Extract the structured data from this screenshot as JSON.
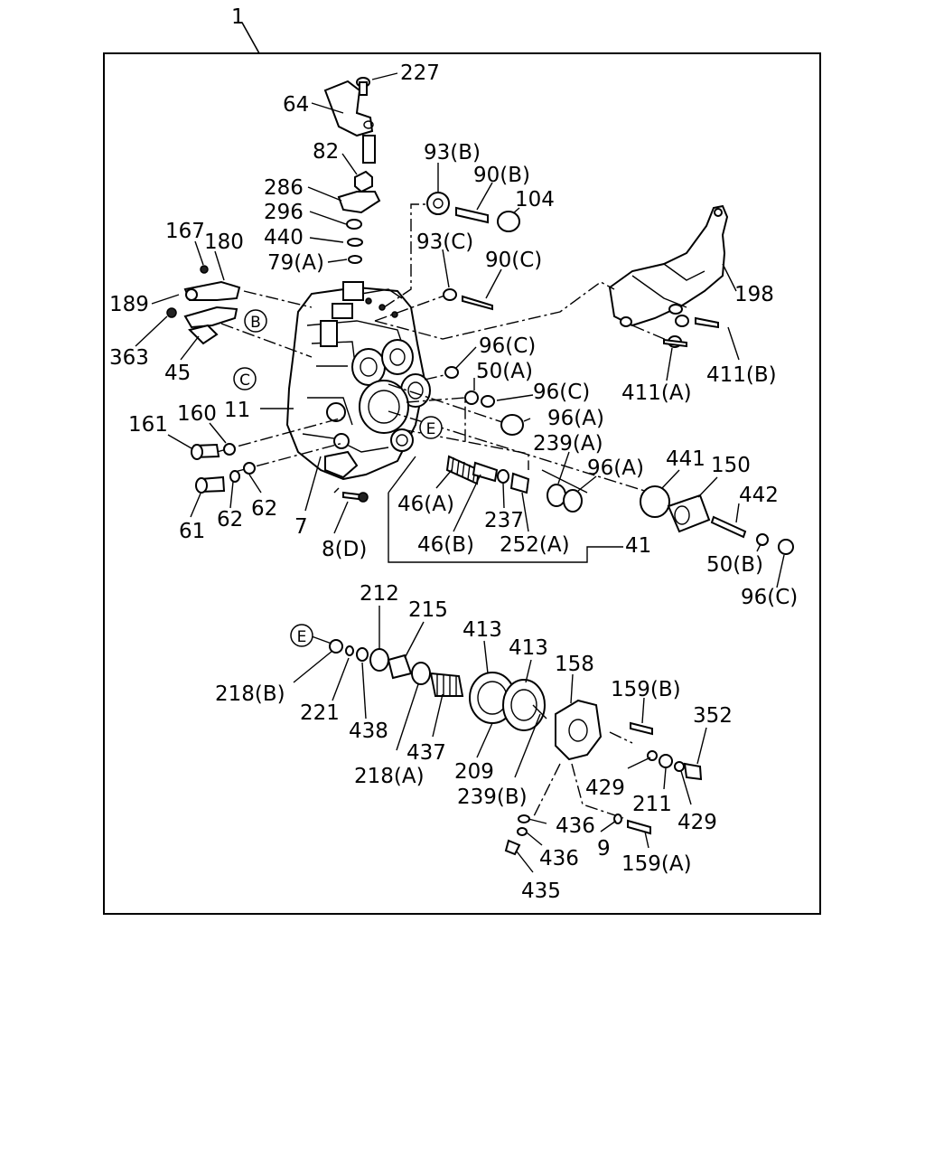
{
  "labels": {
    "assembly": "1",
    "p227": "227",
    "p64": "64",
    "p82": "82",
    "p286": "286",
    "p296": "296",
    "p440": "440",
    "p79a": "79(A)",
    "p167": "167",
    "p180": "180",
    "p189": "189",
    "p363": "363",
    "p45": "45",
    "p93b": "93(B)",
    "p90b": "90(B)",
    "p104": "104",
    "p93c": "93(C)",
    "p90c": "90(C)",
    "p198": "198",
    "p411a": "411(A)",
    "p411b": "411(B)",
    "p96c_1": "96(C)",
    "p50a": "50(A)",
    "p96c_2": "96(C)",
    "p96a_1": "96(A)",
    "p239a": "239(A)",
    "p96a_2": "96(A)",
    "p441": "441",
    "p150": "150",
    "p442": "442",
    "p50b": "50(B)",
    "p96c_3": "96(C)",
    "p11": "11",
    "p161": "161",
    "p160": "160",
    "p61": "61",
    "p62_1": "62",
    "p62_2": "62",
    "p7": "7",
    "p8d": "8(D)",
    "p46a": "46(A)",
    "p46b": "46(B)",
    "p237": "237",
    "p252a": "252(A)",
    "p41": "41",
    "p212": "212",
    "p215": "215",
    "p413_1": "413",
    "p413_2": "413",
    "p158": "158",
    "p218b": "218(B)",
    "p221": "221",
    "p438": "438",
    "p218a": "218(A)",
    "p437": "437",
    "p209": "209",
    "p239b": "239(B)",
    "p159b": "159(B)",
    "p352": "352",
    "p429_1": "429",
    "p211": "211",
    "p429_2": "429",
    "p436_1": "436",
    "p436_2": "436",
    "p9": "9",
    "p159a": "159(A)",
    "p435": "435"
  },
  "markers": {
    "b": "B",
    "c": "C",
    "e_top": "E",
    "e_bottom": "E"
  }
}
